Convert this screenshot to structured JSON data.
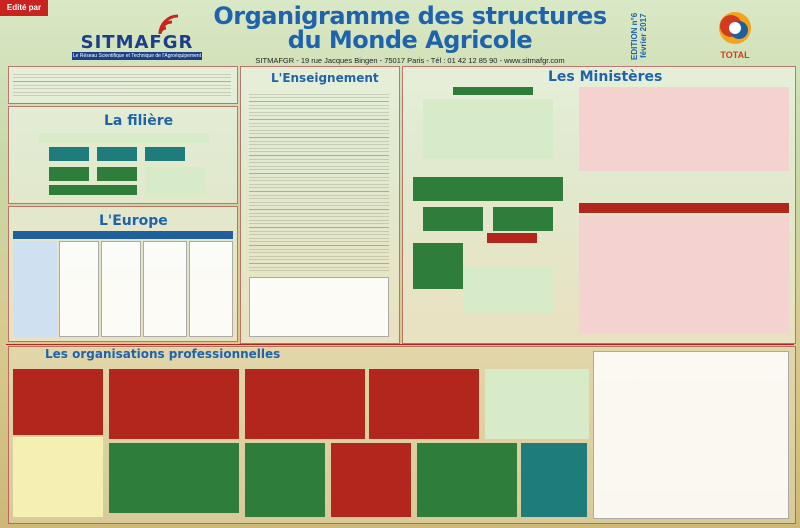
{
  "header": {
    "edited_by": "Edité par",
    "logo_word": "SITMAFGR",
    "logo_tagline": "Le Réseau Scientifique et Technique de l'Agroéquipement",
    "title_line1": "Organigramme des structures",
    "title_line2": "du Monde Agricole",
    "address": "SITMAFGR - 19 rue Jacques Bingen - 75017 Paris - Tél : 01 42 12 85 90 - www.sitmafgr.com",
    "edition": "EDITION n°6 février 2017",
    "sponsor": "TOTAL"
  },
  "sections": {
    "filiere": "La filière",
    "europe": "L'Europe",
    "enseignement": "L'Enseignement",
    "ministeres": "Les Ministères",
    "organisations": "Les organisations professionnelles"
  },
  "colors": {
    "title_blue": "#1f63ad",
    "accent_red": "#b3261e",
    "green": "#2e7d3a",
    "sponsor_red": "#d23b1f"
  }
}
